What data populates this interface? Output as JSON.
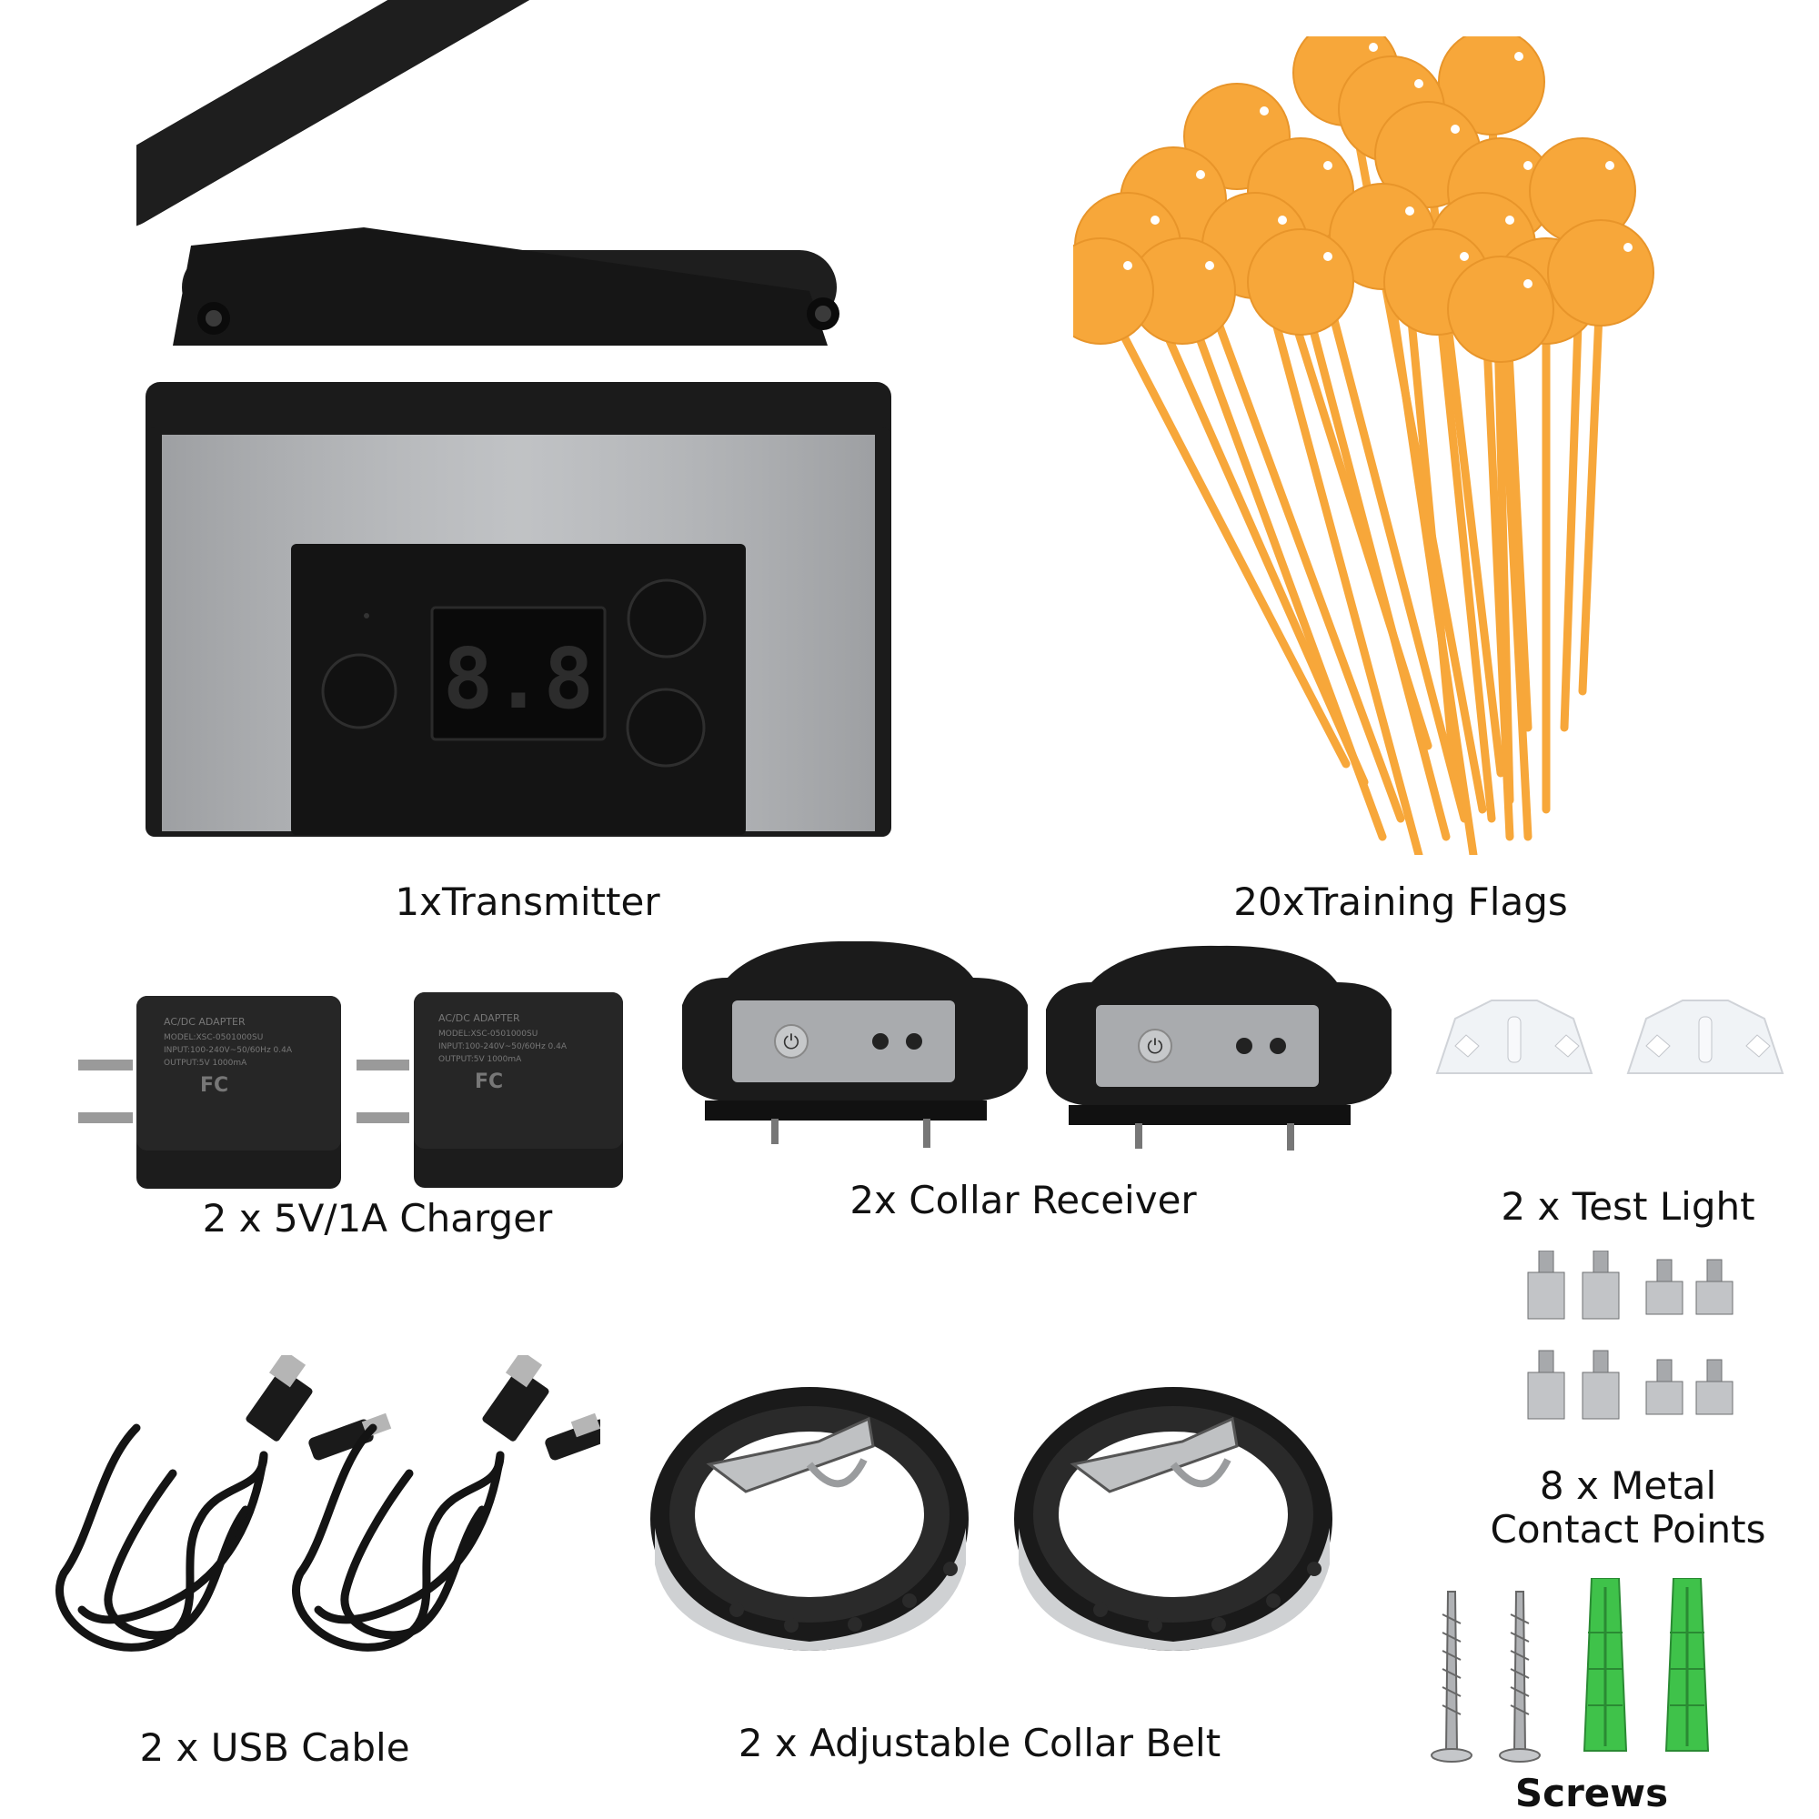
{
  "captions": {
    "transmitter": "1xTransmitter",
    "flags": "20xTraining Flags",
    "charger": "2 x 5V/1A Charger",
    "collar_receiver": "2x Collar Receiver",
    "test_light": "2 x Test Light",
    "metal_points_line1": "8 x Metal",
    "metal_points_line2": "Contact Points",
    "usb_cable": "2 x USB Cable",
    "collar_belt": "2 x Adjustable Collar Belt",
    "screws": "Screws"
  },
  "transmitter_display": "8.8",
  "adapter_label": {
    "title": "AC/DC ADAPTER",
    "model": "MODEL:XSC-0501000SU",
    "input": "INPUT:100-240V~50/60Hz 0.4A",
    "output": "OUTPUT:5V 1000mA",
    "fc": "FC"
  },
  "colors": {
    "flag_orange": "#f7a73a",
    "device_black": "#1b1b1b",
    "panel_silver": "#b3b5b8",
    "anchor_green": "#3fc24a"
  }
}
